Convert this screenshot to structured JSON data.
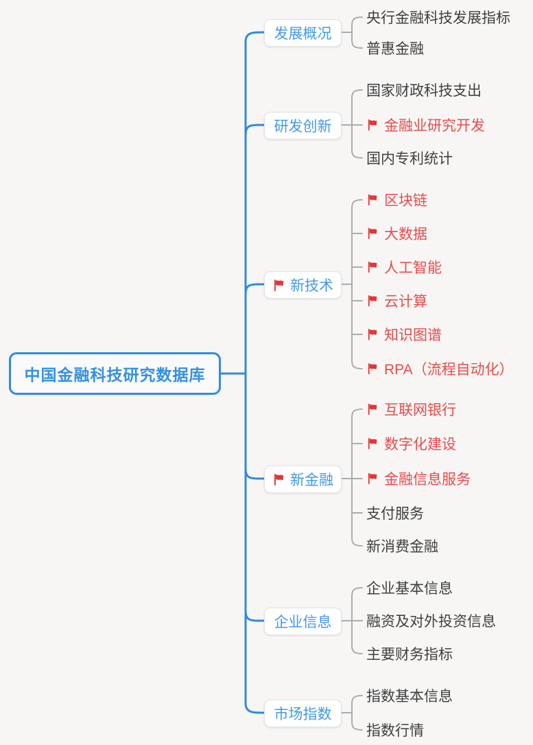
{
  "root": {
    "label": "中国金融科技研究数据库"
  },
  "branches": [
    {
      "label": "发展概况",
      "flag": false,
      "children": [
        {
          "label": "央行金融科技发展指标",
          "flag": false
        },
        {
          "label": "普惠金融",
          "flag": false
        }
      ]
    },
    {
      "label": "研发创新",
      "flag": false,
      "children": [
        {
          "label": "国家财政科技支出",
          "flag": false
        },
        {
          "label": "金融业研究开发",
          "flag": true
        },
        {
          "label": "国内专利统计",
          "flag": false
        }
      ]
    },
    {
      "label": "新技术",
      "flag": true,
      "children": [
        {
          "label": "区块链",
          "flag": true
        },
        {
          "label": "大数据",
          "flag": true
        },
        {
          "label": "人工智能",
          "flag": true
        },
        {
          "label": "云计算",
          "flag": true
        },
        {
          "label": "知识图谱",
          "flag": true
        },
        {
          "label": "RPA（流程自动化）",
          "flag": true
        }
      ]
    },
    {
      "label": "新金融",
      "flag": true,
      "children": [
        {
          "label": "互联网银行",
          "flag": true
        },
        {
          "label": "数字化建设",
          "flag": true
        },
        {
          "label": "金融信息服务",
          "flag": true
        },
        {
          "label": "支付服务",
          "flag": false
        },
        {
          "label": "新消费金融",
          "flag": false
        }
      ]
    },
    {
      "label": "企业信息",
      "flag": false,
      "children": [
        {
          "label": "企业基本信息",
          "flag": false
        },
        {
          "label": "融资及对外投资信息",
          "flag": false
        },
        {
          "label": "主要财务指标",
          "flag": false
        }
      ]
    },
    {
      "label": "市场指数",
      "flag": false,
      "children": [
        {
          "label": "指数基本信息",
          "flag": false
        },
        {
          "label": "指数行情",
          "flag": false
        }
      ]
    }
  ],
  "colors": {
    "accent_blue": "#2E8AE0",
    "node_text_blue": "#4399E8",
    "flag_red": "#E53535",
    "highlight_red": "#EA4B4B",
    "leaf_text": "#3F3F3F",
    "connector_gray": "#ACACAC",
    "background": "#F7F6F5"
  }
}
